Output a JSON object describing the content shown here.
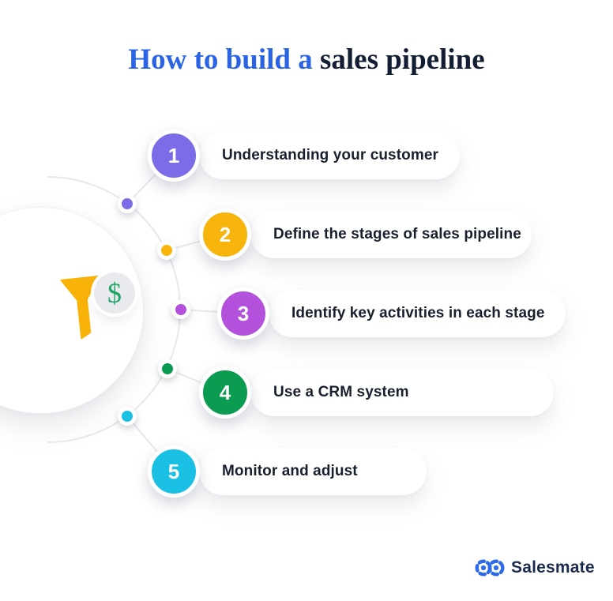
{
  "title": {
    "highlight": "How to build a",
    "rest": " sales pipeline",
    "highlight_color": "#2B64E3",
    "rest_color": "#131E34"
  },
  "steps": [
    {
      "number": "1",
      "label": "Understanding your customer",
      "color": "#7C6CE8"
    },
    {
      "number": "2",
      "label": "Define the stages of sales pipeline",
      "color": "#F7B40A"
    },
    {
      "number": "3",
      "label": "Identify key activities in each stage",
      "color": "#B351DC"
    },
    {
      "number": "4",
      "label": "Use a CRM system",
      "color": "#0B9B51"
    },
    {
      "number": "5",
      "label": "Monitor and adjust",
      "color": "#1AC0E3"
    }
  ],
  "pill_text_color": "#18202E",
  "funnel": {
    "color": "#F9B208",
    "dollar_sign": "$",
    "dollar_color": "#1EA565"
  },
  "decor": {
    "line_color": "#E7E8EC"
  },
  "logo": {
    "name": "Salesmate",
    "icon_color": "#2E6BEA",
    "text_color": "#1B2B4E"
  }
}
